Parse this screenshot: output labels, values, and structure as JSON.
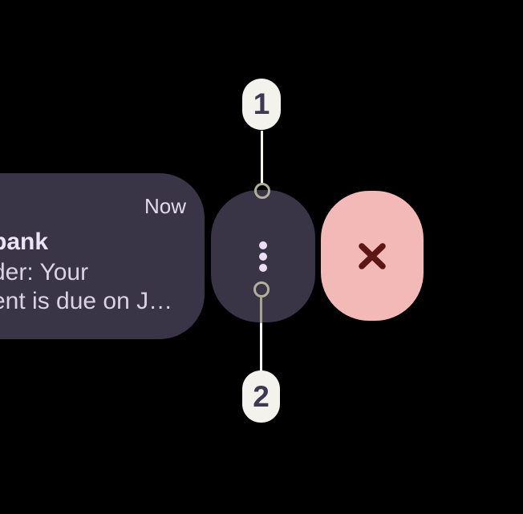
{
  "screen": {
    "background_color": "#000000"
  },
  "notification_card": {
    "timestamp": "Now",
    "title": "bank",
    "body_lines": [
      "der: Your",
      "ent is due on J…"
    ],
    "colors": {
      "background": "#393446",
      "timestamp_text": "#E2DBEE",
      "title_text": "#ECE4F6",
      "body_text": "#DAD2E6"
    }
  },
  "actions": {
    "more_button": {
      "icon": "vertical-ellipsis-icon",
      "background": "#393446",
      "dot_color": "#EADFF7"
    },
    "dismiss_button": {
      "icon": "close-x-icon",
      "background": "#F2B9B6",
      "x_color": "#5C1715"
    }
  },
  "annotations": {
    "badges": [
      {
        "label": "1",
        "position": "above-more-button"
      },
      {
        "label": "2",
        "position": "below-more-button"
      }
    ],
    "badge_background": "#F4F2ED",
    "badge_text_color": "#3C3950",
    "connector_color": "#F6F5F0",
    "connector_over_pill_color": "#A6A590",
    "ring_color": "#B1B09A"
  }
}
